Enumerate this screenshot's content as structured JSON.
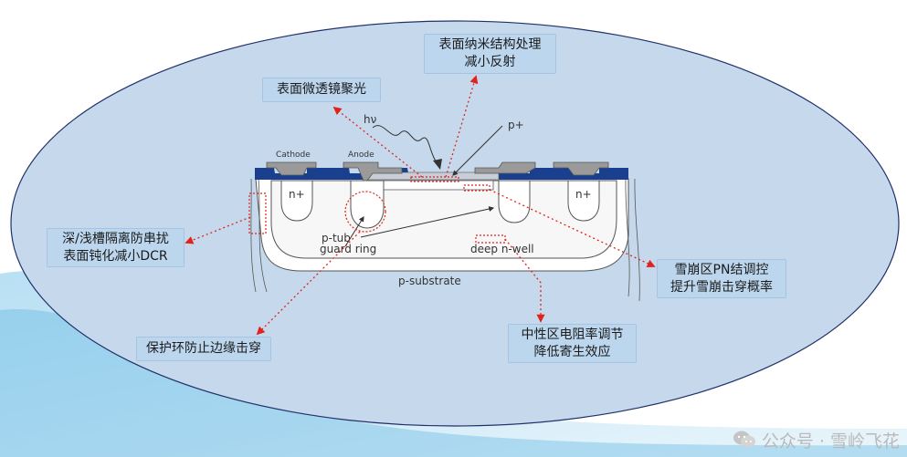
{
  "diagram": {
    "layer_labels": {
      "cathode": "Cathode",
      "anode": "Anode",
      "hv": "hν",
      "p_plus": "p+",
      "n_plus_left": "n+",
      "n_plus_right": "n+",
      "p_tub": "p-tub",
      "guard_ring": "guard ring",
      "deep_n_well": "deep n-well",
      "p_substrate": "p-substrate"
    },
    "callouts": {
      "nano": [
        "表面纳米结构处理",
        "减小反射"
      ],
      "microlens": [
        "表面微透镜聚光"
      ],
      "trench": [
        "深/浅槽隔离防串扰",
        "表面钝化减小DCR"
      ],
      "avalanche": [
        "雪崩区PN结调控",
        "提升雪崩击穿概率"
      ],
      "guard": [
        "保护环防止边缘击穿"
      ],
      "neutral": [
        "中性区电阻率调节",
        "降低寄生效应"
      ]
    },
    "colors": {
      "ellipse_fill": "#c6d9ec",
      "callout_fill": "#bcd6ee",
      "oxide_blue": "#1b3f8f",
      "metal_gray": "#9a9a9a",
      "arrow_red": "#e0231c"
    }
  },
  "watermark": {
    "icon": "wechat-icon",
    "text": "公众号 · 雪岭飞花"
  }
}
